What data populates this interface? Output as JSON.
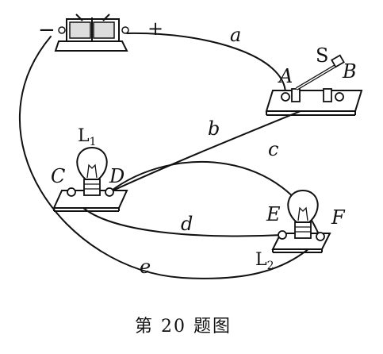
{
  "battery": {
    "minus_label": "−",
    "plus_label": "+"
  },
  "switch": {
    "name": "S",
    "terminal_a": "A",
    "terminal_b": "B"
  },
  "lamp1": {
    "name": "L",
    "subscript": "1",
    "terminal_c": "C",
    "terminal_d": "D"
  },
  "lamp2": {
    "name": "L",
    "subscript": "2",
    "terminal_e": "E",
    "terminal_f": "F"
  },
  "wires": {
    "a": "a",
    "b": "b",
    "c": "c",
    "d": "d",
    "e": "e"
  },
  "caption": "第 20 题图"
}
